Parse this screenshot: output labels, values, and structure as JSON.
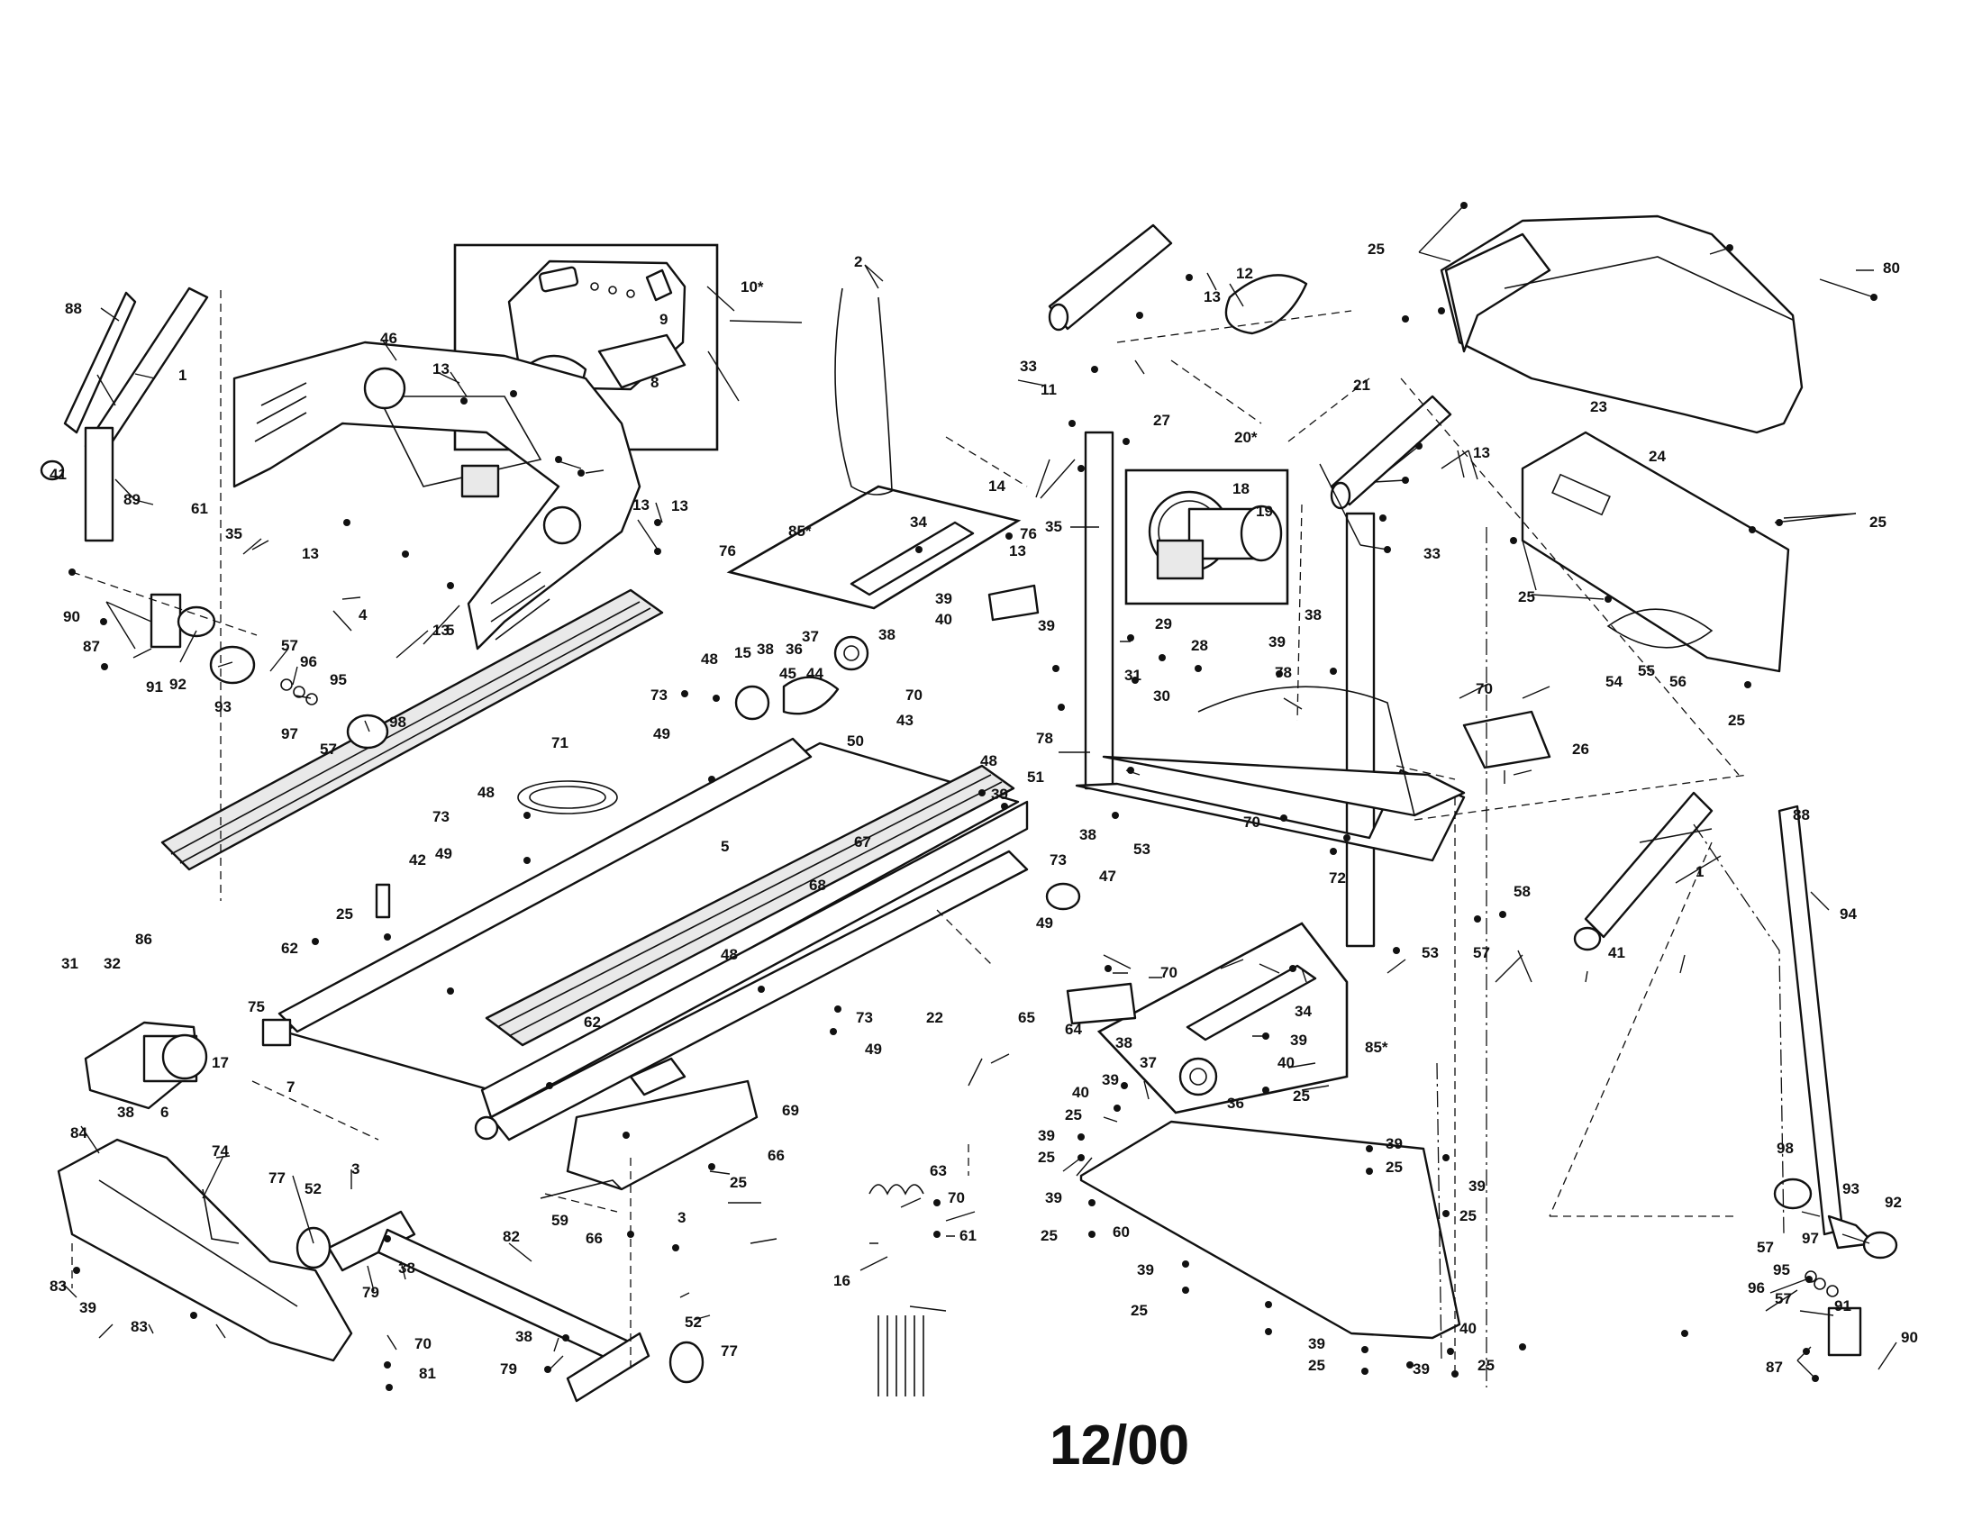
{
  "date_code": "12/00",
  "callouts": {
    "c1a": "1",
    "c1b": "1",
    "c2": "2",
    "c3a": "3",
    "c3b": "3",
    "c4": "4",
    "c5a": "5",
    "c5b": "5",
    "c6": "6",
    "c7": "7",
    "c8": "8",
    "c9": "9",
    "c10": "10*",
    "c11": "11",
    "c12": "12",
    "c13a": "13",
    "c13b": "13",
    "c13c": "13",
    "c13d": "13",
    "c13e": "13",
    "c13f": "13",
    "c13g": "13",
    "c13h": "13",
    "c14": "14",
    "c15": "15",
    "c16": "16",
    "c17": "17",
    "c18": "18",
    "c19": "19",
    "c20": "20*",
    "c21": "21",
    "c22": "22",
    "c23": "23",
    "c24": "24",
    "c25a": "25",
    "c25b": "25",
    "c25c": "25",
    "c25d": "25",
    "c25e": "25",
    "c25f": "25",
    "c25g": "25",
    "c25h": "25",
    "c25i": "25",
    "c25j": "25",
    "c25k": "25",
    "c25l": "25",
    "c25m": "25",
    "c25n": "25",
    "c25o": "25",
    "c26": "26",
    "c27": "27",
    "c28": "28",
    "c29": "29",
    "c30": "30",
    "c31a": "31",
    "c31b": "31",
    "c32": "32",
    "c33a": "33",
    "c33b": "33",
    "c34a": "34",
    "c34b": "34",
    "c35a": "35",
    "c35b": "35",
    "c36a": "36",
    "c36b": "36",
    "c37a": "37",
    "c37b": "37",
    "c38a": "38",
    "c38b": "38",
    "c38c": "38",
    "c38d": "38",
    "c38e": "38",
    "c38f": "38",
    "c38g": "38",
    "c38h": "38",
    "c39a": "39",
    "c39b": "39",
    "c39c": "39",
    "c39d": "39",
    "c39e": "39",
    "c39f": "39",
    "c39g": "39",
    "c39h": "39",
    "c39i": "39",
    "c39j": "39",
    "c39k": "39",
    "c39l": "39",
    "c39m": "39",
    "c39n": "39",
    "c40a": "40",
    "c40b": "40",
    "c40c": "40",
    "c40d": "40",
    "c41a": "41",
    "c41b": "41",
    "c42": "42",
    "c43": "43",
    "c44": "44",
    "c45": "45",
    "c46": "46",
    "c47": "47",
    "c48a": "48",
    "c48b": "48",
    "c48c": "48",
    "c48d": "48",
    "c49a": "49",
    "c49b": "49",
    "c49c": "49",
    "c49d": "49",
    "c50": "50",
    "c51": "51",
    "c52a": "52",
    "c52b": "52",
    "c53a": "53",
    "c53b": "53",
    "c54": "54",
    "c55": "55",
    "c56": "56",
    "c57a": "57",
    "c57b": "57",
    "c57c": "57",
    "c57d": "57",
    "c57e": "57",
    "c58": "58",
    "c59": "59",
    "c60": "60",
    "c61a": "61",
    "c61b": "61",
    "c62a": "62",
    "c62b": "62",
    "c63": "63",
    "c64": "64",
    "c65": "65",
    "c66a": "66",
    "c66b": "66",
    "c67": "67",
    "c68": "68",
    "c69": "69",
    "c70a": "70",
    "c70b": "70",
    "c70c": "70",
    "c70d": "70",
    "c70e": "70",
    "c70f": "70",
    "c71": "71",
    "c72": "72",
    "c73a": "73",
    "c73b": "73",
    "c73c": "73",
    "c73d": "73",
    "c74": "74",
    "c75": "75",
    "c76a": "76",
    "c76b": "76",
    "c77a": "77",
    "c77b": "77",
    "c78a": "78",
    "c78b": "78",
    "c79a": "79",
    "c79b": "79",
    "c80": "80",
    "c81": "81",
    "c82": "82",
    "c83a": "83",
    "c83b": "83",
    "c84": "84",
    "c85a": "85*",
    "c85b": "85*",
    "c86": "86",
    "c87a": "87",
    "c87b": "87",
    "c88a": "88",
    "c88b": "88",
    "c89": "89",
    "c90a": "90",
    "c90b": "90",
    "c91a": "91",
    "c91b": "91",
    "c92a": "92",
    "c92b": "92",
    "c93a": "93",
    "c93b": "93",
    "c94": "94",
    "c95a": "95",
    "c95b": "95",
    "c96a": "96",
    "c96b": "96",
    "c97a": "97",
    "c97b": "97",
    "c98a": "98",
    "c98b": "98"
  }
}
